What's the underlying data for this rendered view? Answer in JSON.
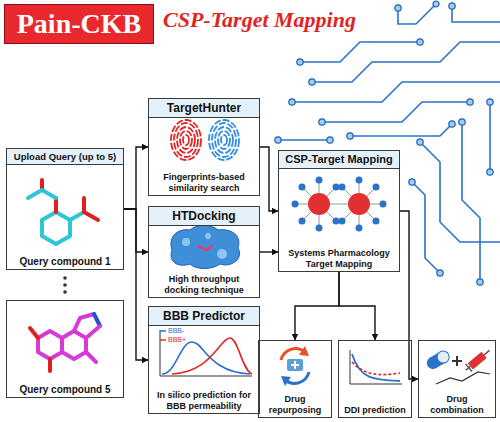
{
  "diagram": {
    "title": "Pain-CKB",
    "nodes": [
      {
        "text": [
          "Upload Query (up to 5)",
          "Query compound 1"
        ]
      },
      {
        "text": [
          "Query compound 5"
        ]
      },
      {
        "text": [
          "TargetHunter",
          "Fingerprints-based similarity search"
        ]
      },
      {
        "text": [
          "HTDocking",
          "High throughput docking technique"
        ]
      },
      {
        "text": [
          "BBB Predictor",
          "In silico prediction for BBB permeability"
        ]
      },
      {
        "text": [
          "CSP-Target Mapping",
          "Systems Pharmacology Target Mapping"
        ]
      },
      {
        "text": [
          "Drug repurposing"
        ]
      },
      {
        "text": [
          "DDI prediction"
        ]
      },
      {
        "text": [
          "Drug combination"
        ]
      }
    ],
    "edges": [
      {
        "from": 0,
        "to": 2,
        "arrow": "to"
      },
      {
        "from": 0,
        "to": 3,
        "arrow": "to"
      },
      {
        "from": 0,
        "to": 4,
        "arrow": "to"
      },
      {
        "from": 2,
        "to": 5,
        "arrow": "to"
      },
      {
        "from": 3,
        "to": 5,
        "arrow": "to"
      },
      {
        "from": 5,
        "to": 6,
        "arrow": "to"
      },
      {
        "from": 5,
        "to": 7,
        "arrow": "to"
      },
      {
        "from": 5,
        "to": 8,
        "arrow": "to"
      }
    ],
    "labels": [
      "CSP-Target Mapping",
      "BBB-",
      "BBB+"
    ]
  }
}
